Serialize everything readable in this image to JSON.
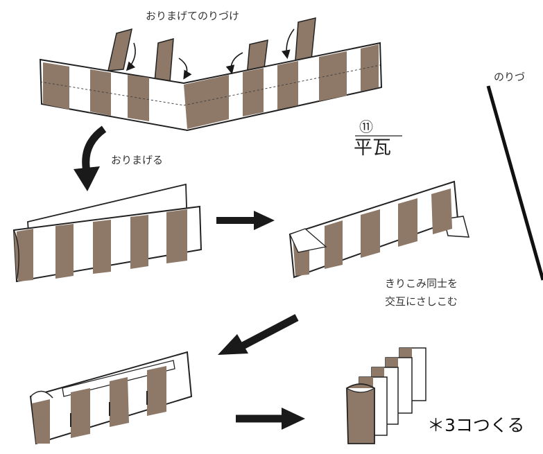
{
  "labels": {
    "fold_and_glue": "おりまげてのりづけ",
    "fold": "おりまげる",
    "step_number": "⑪",
    "title": "平瓦",
    "insert_line1": "きりこみ同士を",
    "insert_line2": "交互にさしこむ",
    "make_three": "＊3コつくる",
    "cut_off_text": "のりづ"
  },
  "colors": {
    "brown": "#8e7867",
    "dark": "#1a1a1a",
    "paper": "#ffffff",
    "text": "#333333"
  },
  "icons": [
    "curved-arrow-icon",
    "right-arrow-icon",
    "down-left-arrow-icon"
  ]
}
